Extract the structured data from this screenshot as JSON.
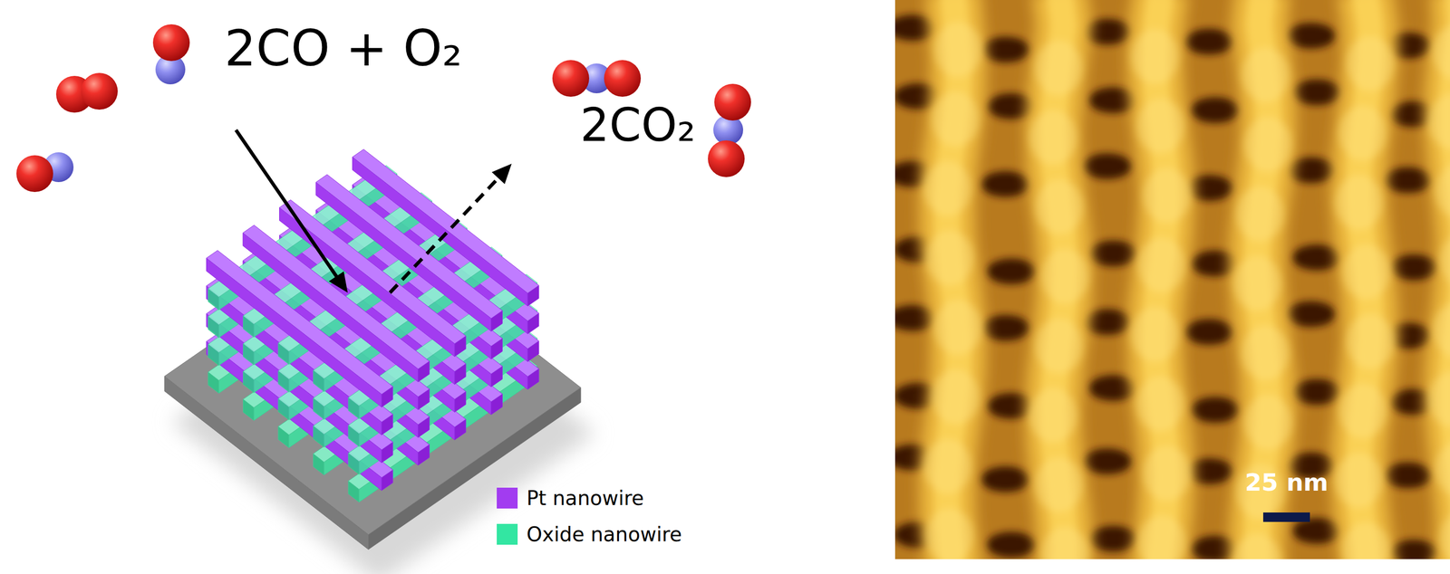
{
  "diagram": {
    "labels": [
      "2CO + O₂",
      "2CO₂",
      "25 nm"
    ],
    "legend": [
      {
        "text": "Pt nanowire",
        "color": "#a23cf0"
      },
      {
        "text": "Oxide nanowire",
        "color": "#33e6a2"
      }
    ]
  }
}
